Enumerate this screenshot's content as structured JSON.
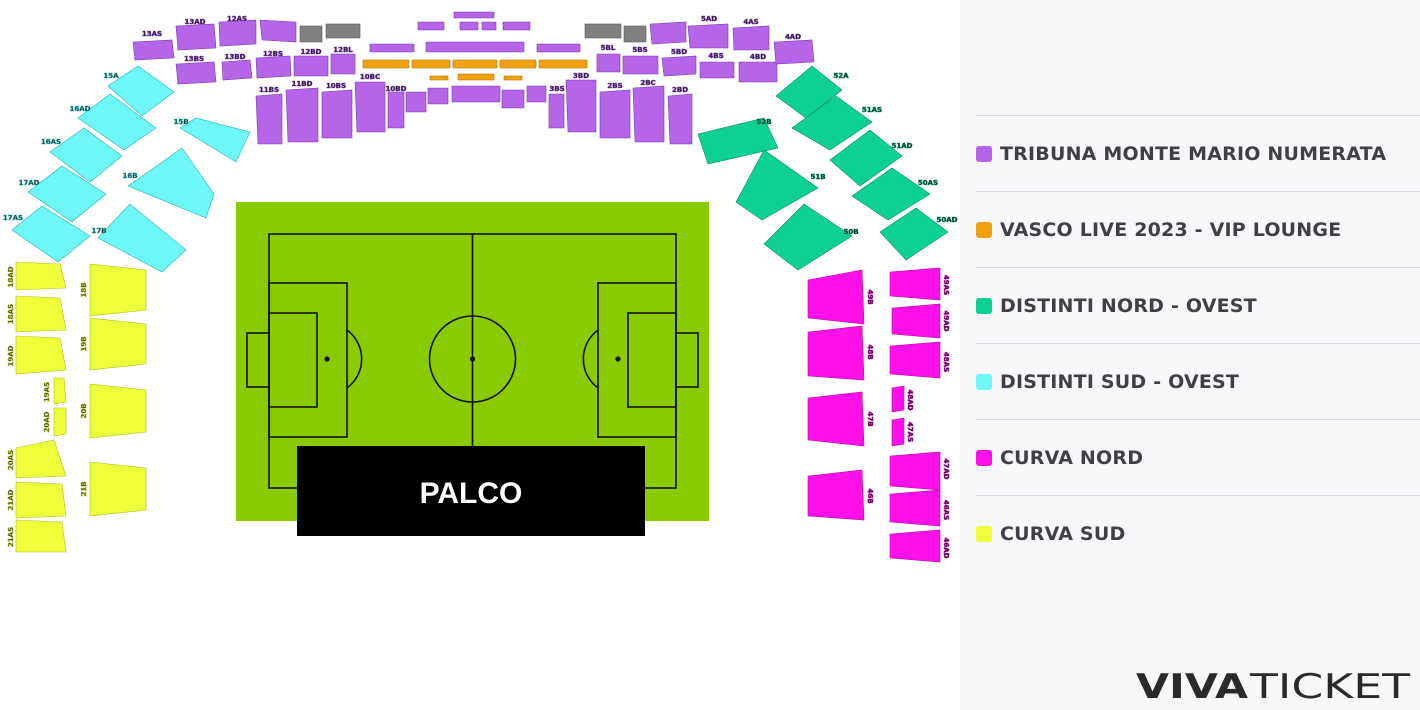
{
  "legend": [
    {
      "label": "TRIBUNA MONTE MARIO NUMERATA",
      "color": "#b565e8"
    },
    {
      "label": "VASCO LIVE 2023 - VIP LOUNGE",
      "color": "#f0a010"
    },
    {
      "label": "DISTINTI NORD - OVEST",
      "color": "#0dd095"
    },
    {
      "label": "DISTINTI SUD - OVEST",
      "color": "#6df7f7"
    },
    {
      "label": "CURVA NORD",
      "color": "#ff10e8"
    },
    {
      "label": "CURVA SUD",
      "color": "#eefe3a"
    }
  ],
  "stage": {
    "label": "PALCO"
  },
  "brand": {
    "bold": "VIVA",
    "light": "TICKET"
  },
  "colors": {
    "pitch": "#89cb00",
    "stage": "#000000",
    "unavailable": "#808080"
  },
  "sections": {
    "tribuna": [
      "13AS",
      "13AD",
      "12AS",
      "13BS",
      "13BD",
      "12BS",
      "12BD",
      "12BL",
      "11BS",
      "11BD",
      "10BS",
      "10BC",
      "10BD",
      "3BD",
      "3BS",
      "2BS",
      "2BC",
      "2BD",
      "5BL",
      "5BS",
      "5BD",
      "4BS",
      "4BD",
      "5AD",
      "4AS",
      "4AD"
    ],
    "distinti_sud": [
      "15A",
      "16AD",
      "16AS",
      "15B",
      "16B",
      "17AD",
      "17AS",
      "17B"
    ],
    "distinti_nord": [
      "52A",
      "51AS",
      "51AD",
      "52B",
      "51B",
      "50AS",
      "50AD",
      "50B"
    ],
    "curva_sud": [
      "18AD",
      "18AS",
      "19AD",
      "18B",
      "19B",
      "19AS",
      "20AD",
      "20B",
      "20AS",
      "21AD",
      "21B",
      "21AS"
    ],
    "curva_nord": [
      "49B",
      "49AS",
      "49AD",
      "48B",
      "48AS",
      "48AD",
      "47B",
      "47AS",
      "47AD",
      "46B",
      "46AS",
      "46AD"
    ]
  }
}
